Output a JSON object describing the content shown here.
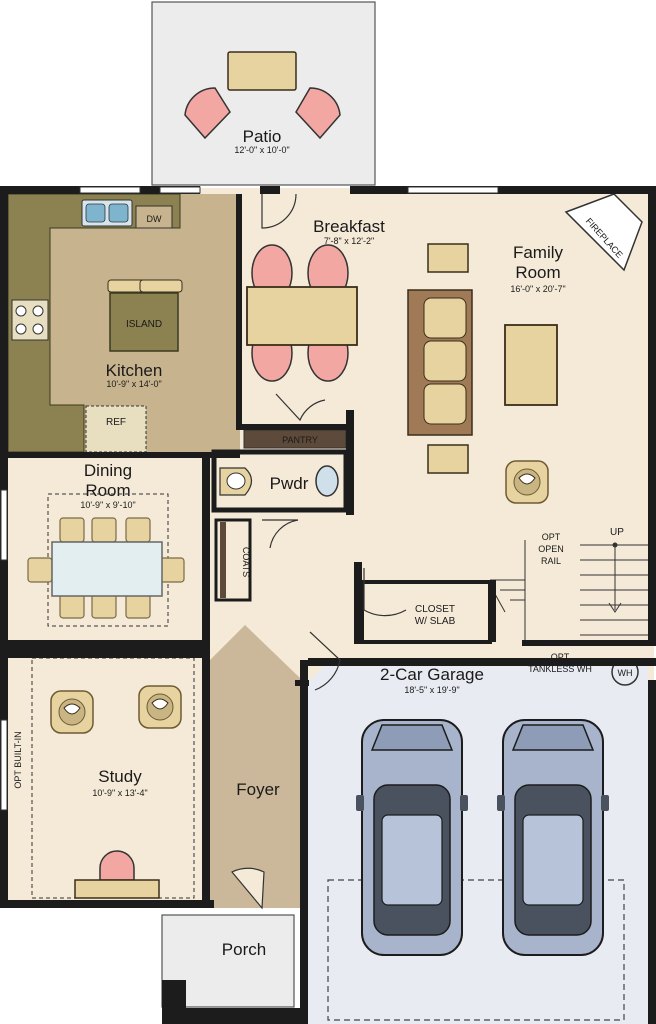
{
  "rooms": {
    "patio": {
      "name": "Patio",
      "dims": "12'-0\" x 10'-0\""
    },
    "breakfast": {
      "name": "Breakfast",
      "dims": "7'-8\" x 12'-2\""
    },
    "family": {
      "name1": "Family",
      "name2": "Room",
      "dims": "16'-0\" x 20'-7\""
    },
    "kitchen": {
      "name": "Kitchen",
      "dims": "10'-9\" x 14'-0\""
    },
    "dining": {
      "name1": "Dining",
      "name2": "Room",
      "dims": "10'-9\" x 9'-10\""
    },
    "study": {
      "name": "Study",
      "dims": "10'-9\" x 13'-4\""
    },
    "foyer": {
      "name": "Foyer"
    },
    "garage": {
      "name": "2-Car Garage",
      "dims": "18'-5\" x 19'-9\""
    },
    "porch": {
      "name": "Porch"
    },
    "pwdr": {
      "name": "Pwdr"
    }
  },
  "labels": {
    "dw": "DW",
    "island": "ISLAND",
    "ref": "REF",
    "pantry": "PANTRY",
    "coats": "COATS",
    "fireplace": "FIREPLACE",
    "opt_open_rail_1": "OPT",
    "opt_open_rail_2": "OPEN",
    "opt_open_rail_3": "RAIL",
    "up": "UP",
    "closet_1": "CLOSET",
    "closet_2": "W/ SLAB",
    "tankless_1": "OPT",
    "tankless_2": "TANKLESS WH",
    "wh": "WH",
    "opt_built_in": "OPT BUILT-IN"
  },
  "colors": {
    "wall": "#1c1c1c",
    "floor": "#f5ead8",
    "kitchen_floor": "#c7b48e",
    "counter": "#8c8150",
    "foyer": "#cbb89a",
    "garage": "#e9ebf2",
    "furniture": "#e6d3a0",
    "chair": "#f2a7a2",
    "car": "#a7b4cc"
  }
}
